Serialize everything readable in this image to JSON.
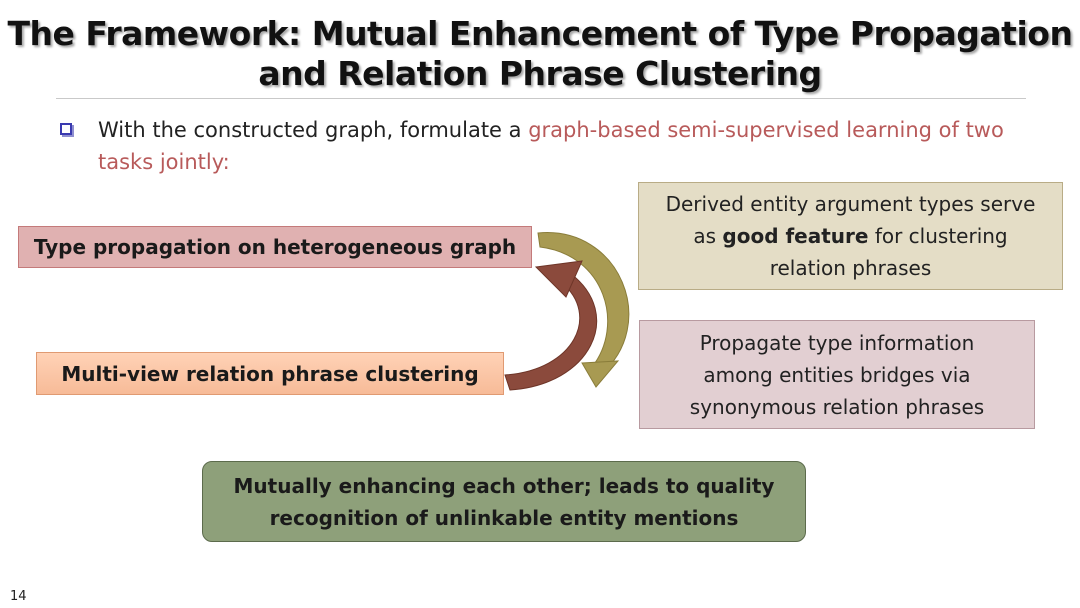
{
  "slide": {
    "title_line1": "The Framework: Mutual Enhancement of Type Propagation",
    "title_line2": "and Relation Phrase Clustering",
    "bullet": {
      "text_before": "With the constructed graph, formulate a ",
      "text_highlight": "graph-based semi-supervised learning of two tasks jointly:",
      "highlight_color": "#b85a5a"
    },
    "boxes": {
      "type_propagation": "Type propagation on heterogeneous graph",
      "multi_view": "Multi-view relation phrase clustering",
      "derived": {
        "line1": "Derived entity argument types serve",
        "line2_before": "as ",
        "line2_bold": "good feature",
        "line2_after": " for clustering",
        "line3": "relation phrases"
      },
      "propagate": {
        "line1": "Propagate type information",
        "line2": "among entities bridges via",
        "line3": "synonymous relation phrases"
      },
      "mutual": {
        "line1": "Mutually enhancing each other; leads to quality",
        "line2": "recognition of unlinkable entity mentions"
      }
    },
    "page_number": "14",
    "colors": {
      "type_prop_box": "#e0b1b1",
      "multi_view_box": "#f7bb98",
      "derived_box": "#e4ddc6",
      "propagate_box": "#e2cfd2",
      "mutual_box": "#8ea07a",
      "arrow_up": "#8b4a3c",
      "arrow_down": "#a89a52"
    }
  }
}
